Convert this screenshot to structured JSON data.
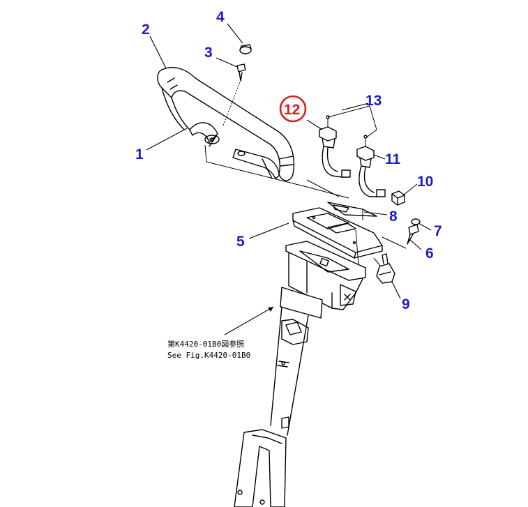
{
  "colors": {
    "callout_number": "#1c1cc4",
    "highlight_circle": "#d42020",
    "line_art": "#000000"
  },
  "callouts": [
    {
      "id": "1",
      "label": "1"
    },
    {
      "id": "2",
      "label": "2"
    },
    {
      "id": "3",
      "label": "3"
    },
    {
      "id": "4",
      "label": "4"
    },
    {
      "id": "5",
      "label": "5"
    },
    {
      "id": "6",
      "label": "6"
    },
    {
      "id": "7",
      "label": "7"
    },
    {
      "id": "8",
      "label": "8"
    },
    {
      "id": "9",
      "label": "9"
    },
    {
      "id": "10",
      "label": "10"
    },
    {
      "id": "11",
      "label": "11"
    },
    {
      "id": "12",
      "label": "12",
      "highlighted": true
    },
    {
      "id": "13",
      "label": "13"
    }
  ],
  "reference_note": {
    "line_ja": "第K4420-01B0図参照",
    "line_en": "See Fig.K4420-01B0"
  }
}
